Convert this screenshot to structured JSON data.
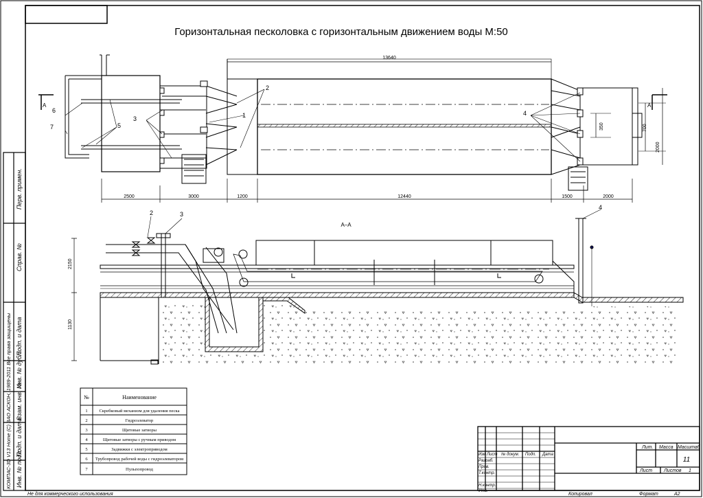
{
  "drawing": {
    "title": "Горизонтальная песколовка с горизонтальным движением воды М:50",
    "section_label": "А–А",
    "section_mark": "А"
  },
  "plan_dimensions": {
    "overall": "13640",
    "bottom": [
      "2500",
      "3000",
      "1200",
      "12440",
      "1500",
      "2000"
    ],
    "right_350": "350",
    "right_700": "700",
    "right_2000": "2000"
  },
  "section_dimensions": {
    "upper": "2150",
    "lower": "1130"
  },
  "callouts": {
    "plan": [
      "1",
      "2",
      "3",
      "4",
      "5",
      "6",
      "7"
    ],
    "section": [
      "2",
      "3",
      "4"
    ]
  },
  "spec_table": {
    "headers": [
      "№",
      "Наименование"
    ],
    "rows": [
      {
        "num": "1",
        "name": "Скребковый механизм для удаления песка"
      },
      {
        "num": "2",
        "name": "Гидроэлеватор"
      },
      {
        "num": "3",
        "name": "Щитовые затворы"
      },
      {
        "num": "4",
        "name": "Щитовые затворы с ручным приводом"
      },
      {
        "num": "5",
        "name": "Задвижки с электроприводом"
      },
      {
        "num": "6",
        "name": "Трубопровод рабочей воды с гидроэлеватором"
      },
      {
        "num": "7",
        "name": "Пульпопровод"
      }
    ]
  },
  "side_strip": {
    "perv_primen": "Перв. примен.",
    "sprav_no": "Справ. №",
    "podp_data_1": "Подп. и дата",
    "inv_dubl": "Инв. № дубл.",
    "vzam_inv": "Взам. инв. №",
    "podp_data_2": "Подп. и дата",
    "inv_podl": "Инв. № подл.",
    "kompas": "КОМПАС-3D V13 Home (С) ЗАО АСКОН, 1989-2011 Все права защищены"
  },
  "title_block": {
    "izm": "Изм",
    "list": "Лист",
    "no_dokum": "№ докум.",
    "podp": "Подп.",
    "data": "Дата",
    "razrab": "Разраб.",
    "prov": "Пров.",
    "t_kontr": "Т.контр.",
    "n_kontr": "Н.контр.",
    "utv": "Утв.",
    "lit": "Лит.",
    "massa": "Масса",
    "masshtab": "Масштаб",
    "scale_value": "11",
    "list_label": "Лист",
    "listov_label": "Листов",
    "listov_value": "1"
  },
  "footer": {
    "noncommercial": "Не для коммерческого использования",
    "kopiroval": "Копировал",
    "format_label": "Формат",
    "format_value": "А2"
  }
}
